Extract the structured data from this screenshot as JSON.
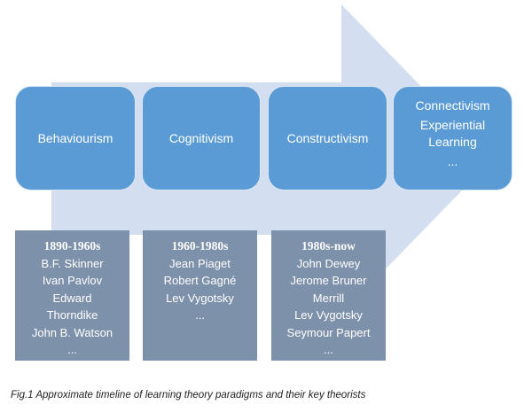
{
  "paradigms": [
    {
      "label": "Behaviourism"
    },
    {
      "label": "Cognitivism"
    },
    {
      "label": "Constructivism"
    },
    {
      "lines": [
        "Connectivism",
        "Experiential Learning",
        "..."
      ]
    }
  ],
  "eras": [
    {
      "years": "1890-1960s",
      "theorists": [
        "B.F. Skinner",
        "Ivan Pavlov",
        "Edward",
        "Thorndike",
        "John B. Watson",
        "..."
      ]
    },
    {
      "years": "1960-1980s",
      "theorists": [
        "Jean Piaget",
        "Robert Gagné",
        "Lev Vygotsky",
        "..."
      ]
    },
    {
      "years": "1980s-now",
      "theorists": [
        "John Dewey",
        "Jerome Bruner",
        "Merrill",
        "Lev Vygotsky",
        "Seymour Papert",
        "..."
      ]
    }
  ],
  "caption": "Fig.1 Approximate timeline of learning theory paradigms and their key theorists",
  "colors": {
    "arrow": "#d3dff0",
    "paradigm": "#5b9bd5",
    "era": "#7d91ab"
  }
}
